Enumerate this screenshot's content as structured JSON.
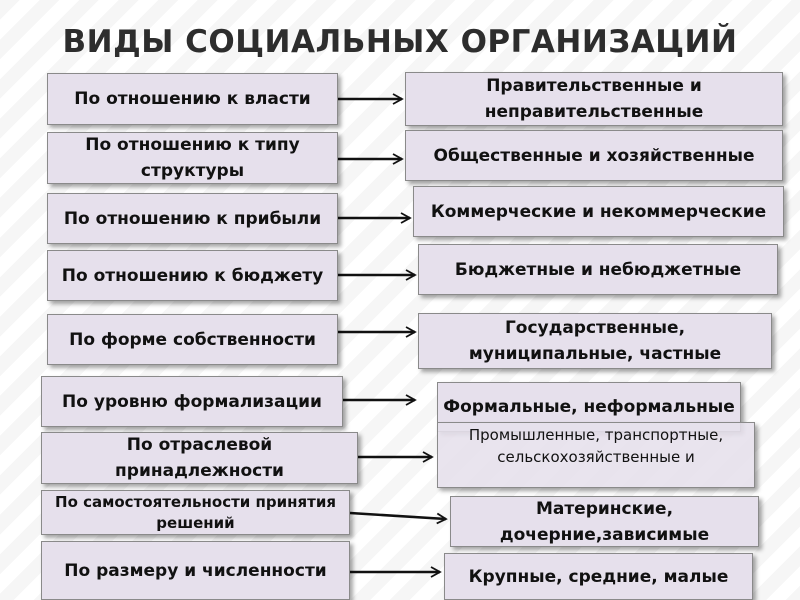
{
  "title": "ВИДЫ СОЦИАЛЬНЫХ ОРГАНИЗАЦИЙ",
  "rows": [
    {
      "criterion": "По отношению к власти",
      "type": "Правительственные и неправительственные"
    },
    {
      "criterion": "По отношению к типу структуры",
      "type": "Общественные и хозяйственные"
    },
    {
      "criterion": "По отношению к прибыли",
      "type": "Коммерческие и некоммерческие"
    },
    {
      "criterion": "По отношению к бюджету",
      "type": "Бюджетные и небюджетные"
    },
    {
      "criterion": "По форме собственности",
      "type": "Государственные, муниципальные, частные"
    },
    {
      "criterion": "По уровню формализации",
      "type": "Формальные, неформальные"
    },
    {
      "criterion": "По отраслевой принадлежности",
      "type": "Промышленные, транспортные, сельскохозяйственные и"
    },
    {
      "criterion": "По самостоятельности принятия решений",
      "type": "Материнские, дочерние,зависимые"
    },
    {
      "criterion": "По размеру и численности",
      "type": "Крупные, средние, малые"
    }
  ]
}
